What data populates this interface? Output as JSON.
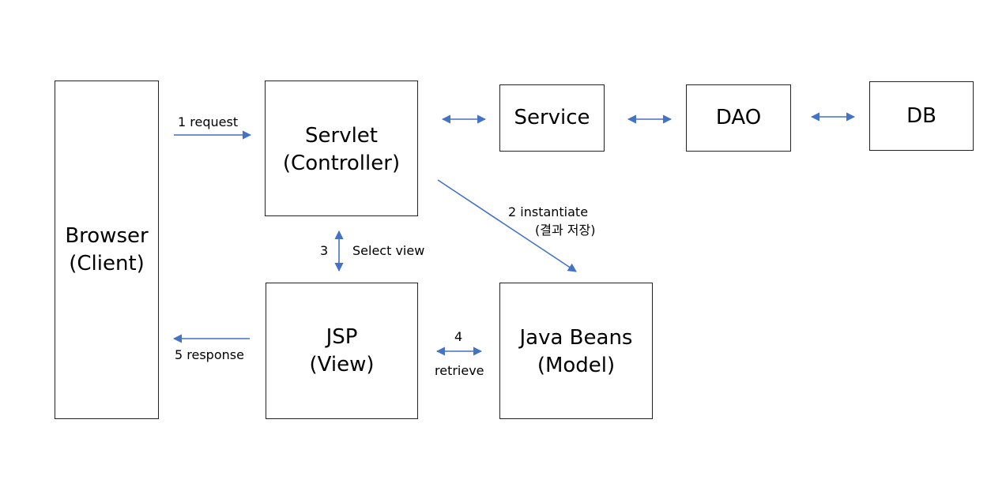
{
  "nodes": {
    "browser": {
      "lines": [
        "Browser",
        "(Client)"
      ]
    },
    "servlet": {
      "lines": [
        "Servlet",
        "(Controller)"
      ]
    },
    "service": {
      "lines": [
        "Service"
      ]
    },
    "dao": {
      "lines": [
        "DAO"
      ]
    },
    "db": {
      "lines": [
        "DB"
      ]
    },
    "jsp": {
      "lines": [
        "JSP",
        "(View)"
      ]
    },
    "javabeans": {
      "lines": [
        "Java Beans",
        "(Model)"
      ]
    }
  },
  "edges": {
    "request": "1 request",
    "instantiate": "2 instantiate",
    "instantiate_note": "(결과 저장)",
    "select_num": "3",
    "select_label": "Select view",
    "retrieve_num": "4",
    "retrieve_label": "retrieve",
    "response": "5 response"
  },
  "colors": {
    "arrow": "#4472C4",
    "border": "#222222"
  }
}
